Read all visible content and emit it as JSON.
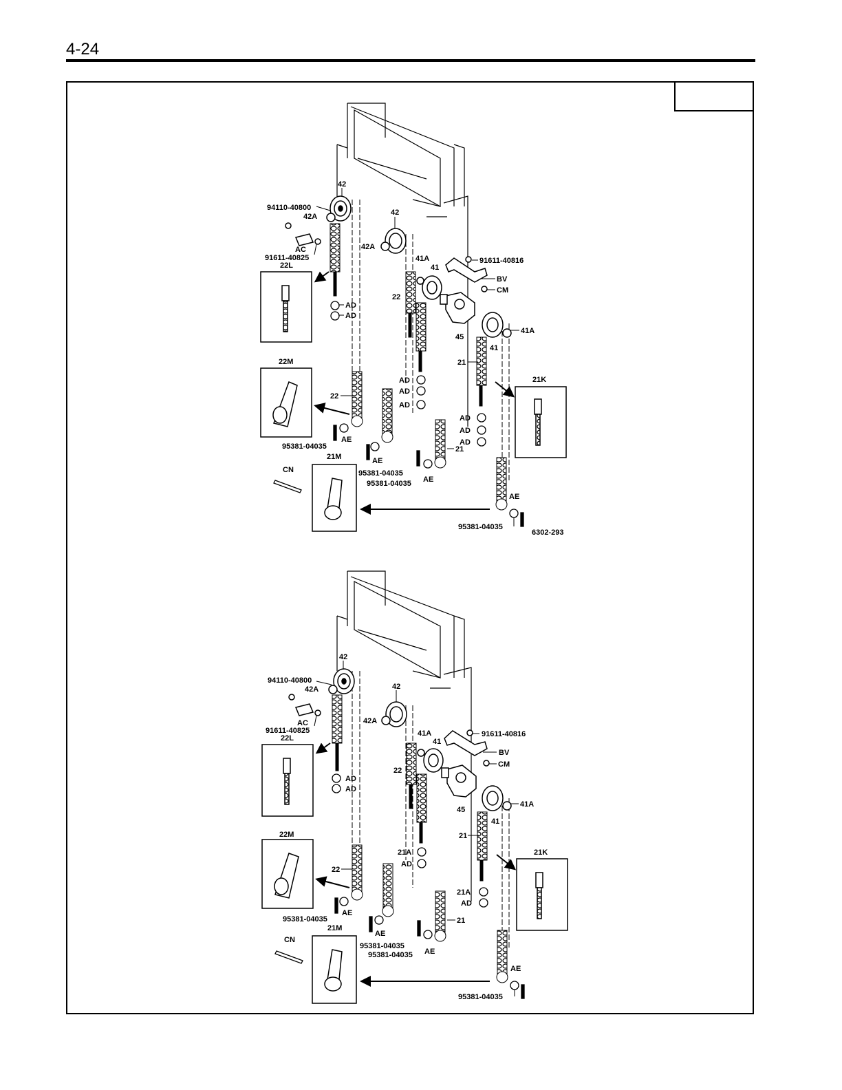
{
  "header": {
    "page_number": "4-24"
  },
  "diagrams": [
    {
      "labels": {
        "l42_left": "42",
        "p94110": "94110-40800",
        "l42a_left": "42A",
        "ac": "AC",
        "p91611_40825": "91611-40825",
        "l22l": "22L",
        "ad1": "AD",
        "ad2": "AD",
        "l42_mid": "42",
        "l42a_mid": "42A",
        "l41a_top": "41A",
        "l41_top": "41",
        "p91611_40816": "91611-40816",
        "bv": "BV",
        "cm": "CM",
        "l22_mid": "22",
        "l45": "45",
        "l41_right": "41",
        "l41a_right": "41A",
        "l21_right": "21",
        "l21k": "21K",
        "l22m": "22M",
        "l22_low": "22",
        "ad_mid1": "AD",
        "ad_mid2": "AD",
        "ad_mid3": "AD",
        "ad_r1": "AD",
        "ad_r2": "AD",
        "ad_r3": "AD",
        "ae_left": "AE",
        "p95381_a": "95381-04035",
        "l21m": "21M",
        "ae_mid": "AE",
        "p95381_b": "95381-04035",
        "p95381_c": "95381-04035",
        "ae_mid2": "AE",
        "l21_low": "21",
        "cn": "CN",
        "ae_right": "AE",
        "p95381_d": "95381-04035",
        "fig_code": "6302-293"
      }
    },
    {
      "labels": {
        "l42_left": "42",
        "p94110": "94110-40800",
        "l42a_left": "42A",
        "ac": "AC",
        "p91611_40825": "91611-40825",
        "l22l": "22L",
        "ad1": "AD",
        "ad2": "AD",
        "l42_mid": "42",
        "l42a_mid": "42A",
        "l41a_top": "41A",
        "l41_top": "41",
        "p91611_40816": "91611-40816",
        "bv": "BV",
        "cm": "CM",
        "l22_mid": "22",
        "l45": "45",
        "l41_right": "41",
        "l41a_right": "41A",
        "l21_right": "21",
        "l21k": "21K",
        "l22m": "22M",
        "l22_low": "22",
        "l21a_mid": "21A",
        "ad_mid1": "AD",
        "l21a_r": "21A",
        "ad_r1": "AD",
        "ae_left": "AE",
        "p95381_a": "95381-04035",
        "l21m": "21M",
        "ae_mid": "AE",
        "p95381_b": "95381-04035",
        "p95381_c": "95381-04035",
        "ae_mid2": "AE",
        "l21_low": "21",
        "cn": "CN",
        "ae_right": "AE",
        "p95381_d": "95381-04035"
      }
    }
  ]
}
